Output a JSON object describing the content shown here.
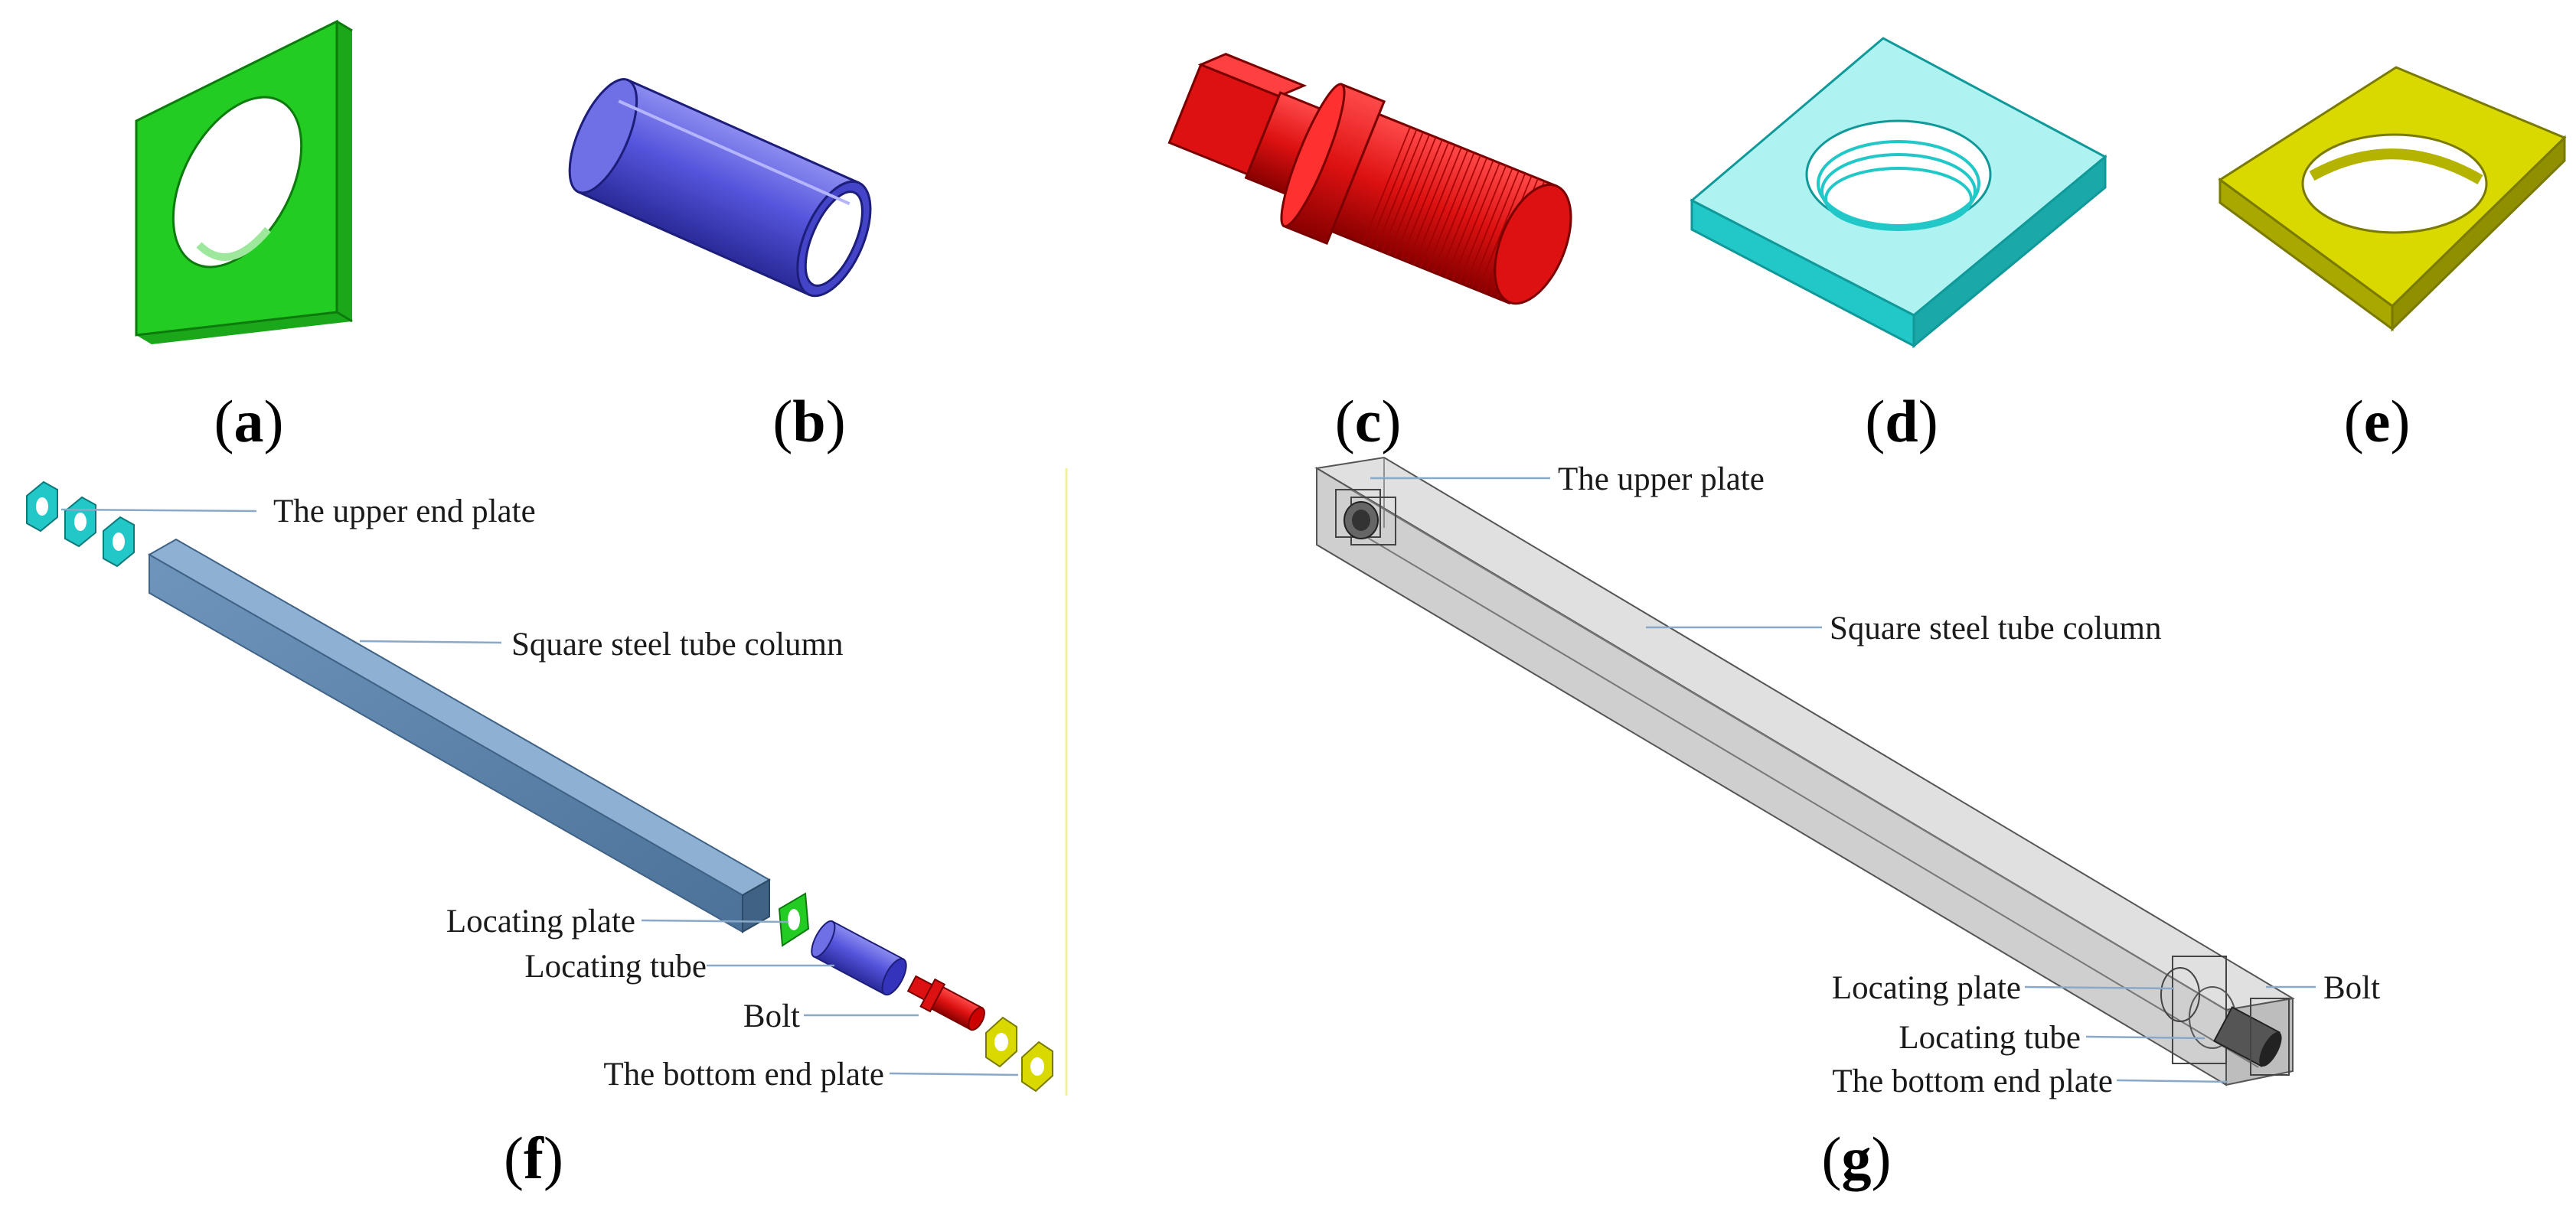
{
  "panels": {
    "a": "a",
    "b": "b",
    "c": "c",
    "d": "d",
    "e": "e",
    "f": "f",
    "g": "g"
  },
  "exploded": {
    "upper_end_plate": "The upper end plate",
    "square_tube": "Square steel tube column",
    "locating_plate": "Locating plate",
    "locating_tube": "Locating tube",
    "bolt": "Bolt",
    "bottom_end_plate": "The bottom end plate"
  },
  "assembled": {
    "upper_plate": "The upper plate",
    "square_tube": "Square steel tube column",
    "locating_plate": "Locating plate",
    "bolt": "Bolt",
    "locating_tube": "Locating tube",
    "bottom_end_plate": "The bottom end plate"
  },
  "colors": {
    "locating_plate": "#22cc22",
    "locating_tube": "#5555dd",
    "bolt": "#dd1111",
    "upper_end_plate": "#22c8c8",
    "bottom_end_plate": "#c8c800",
    "tube_column": "#5a82aa",
    "assembled_tube": "#c8c8c8"
  }
}
